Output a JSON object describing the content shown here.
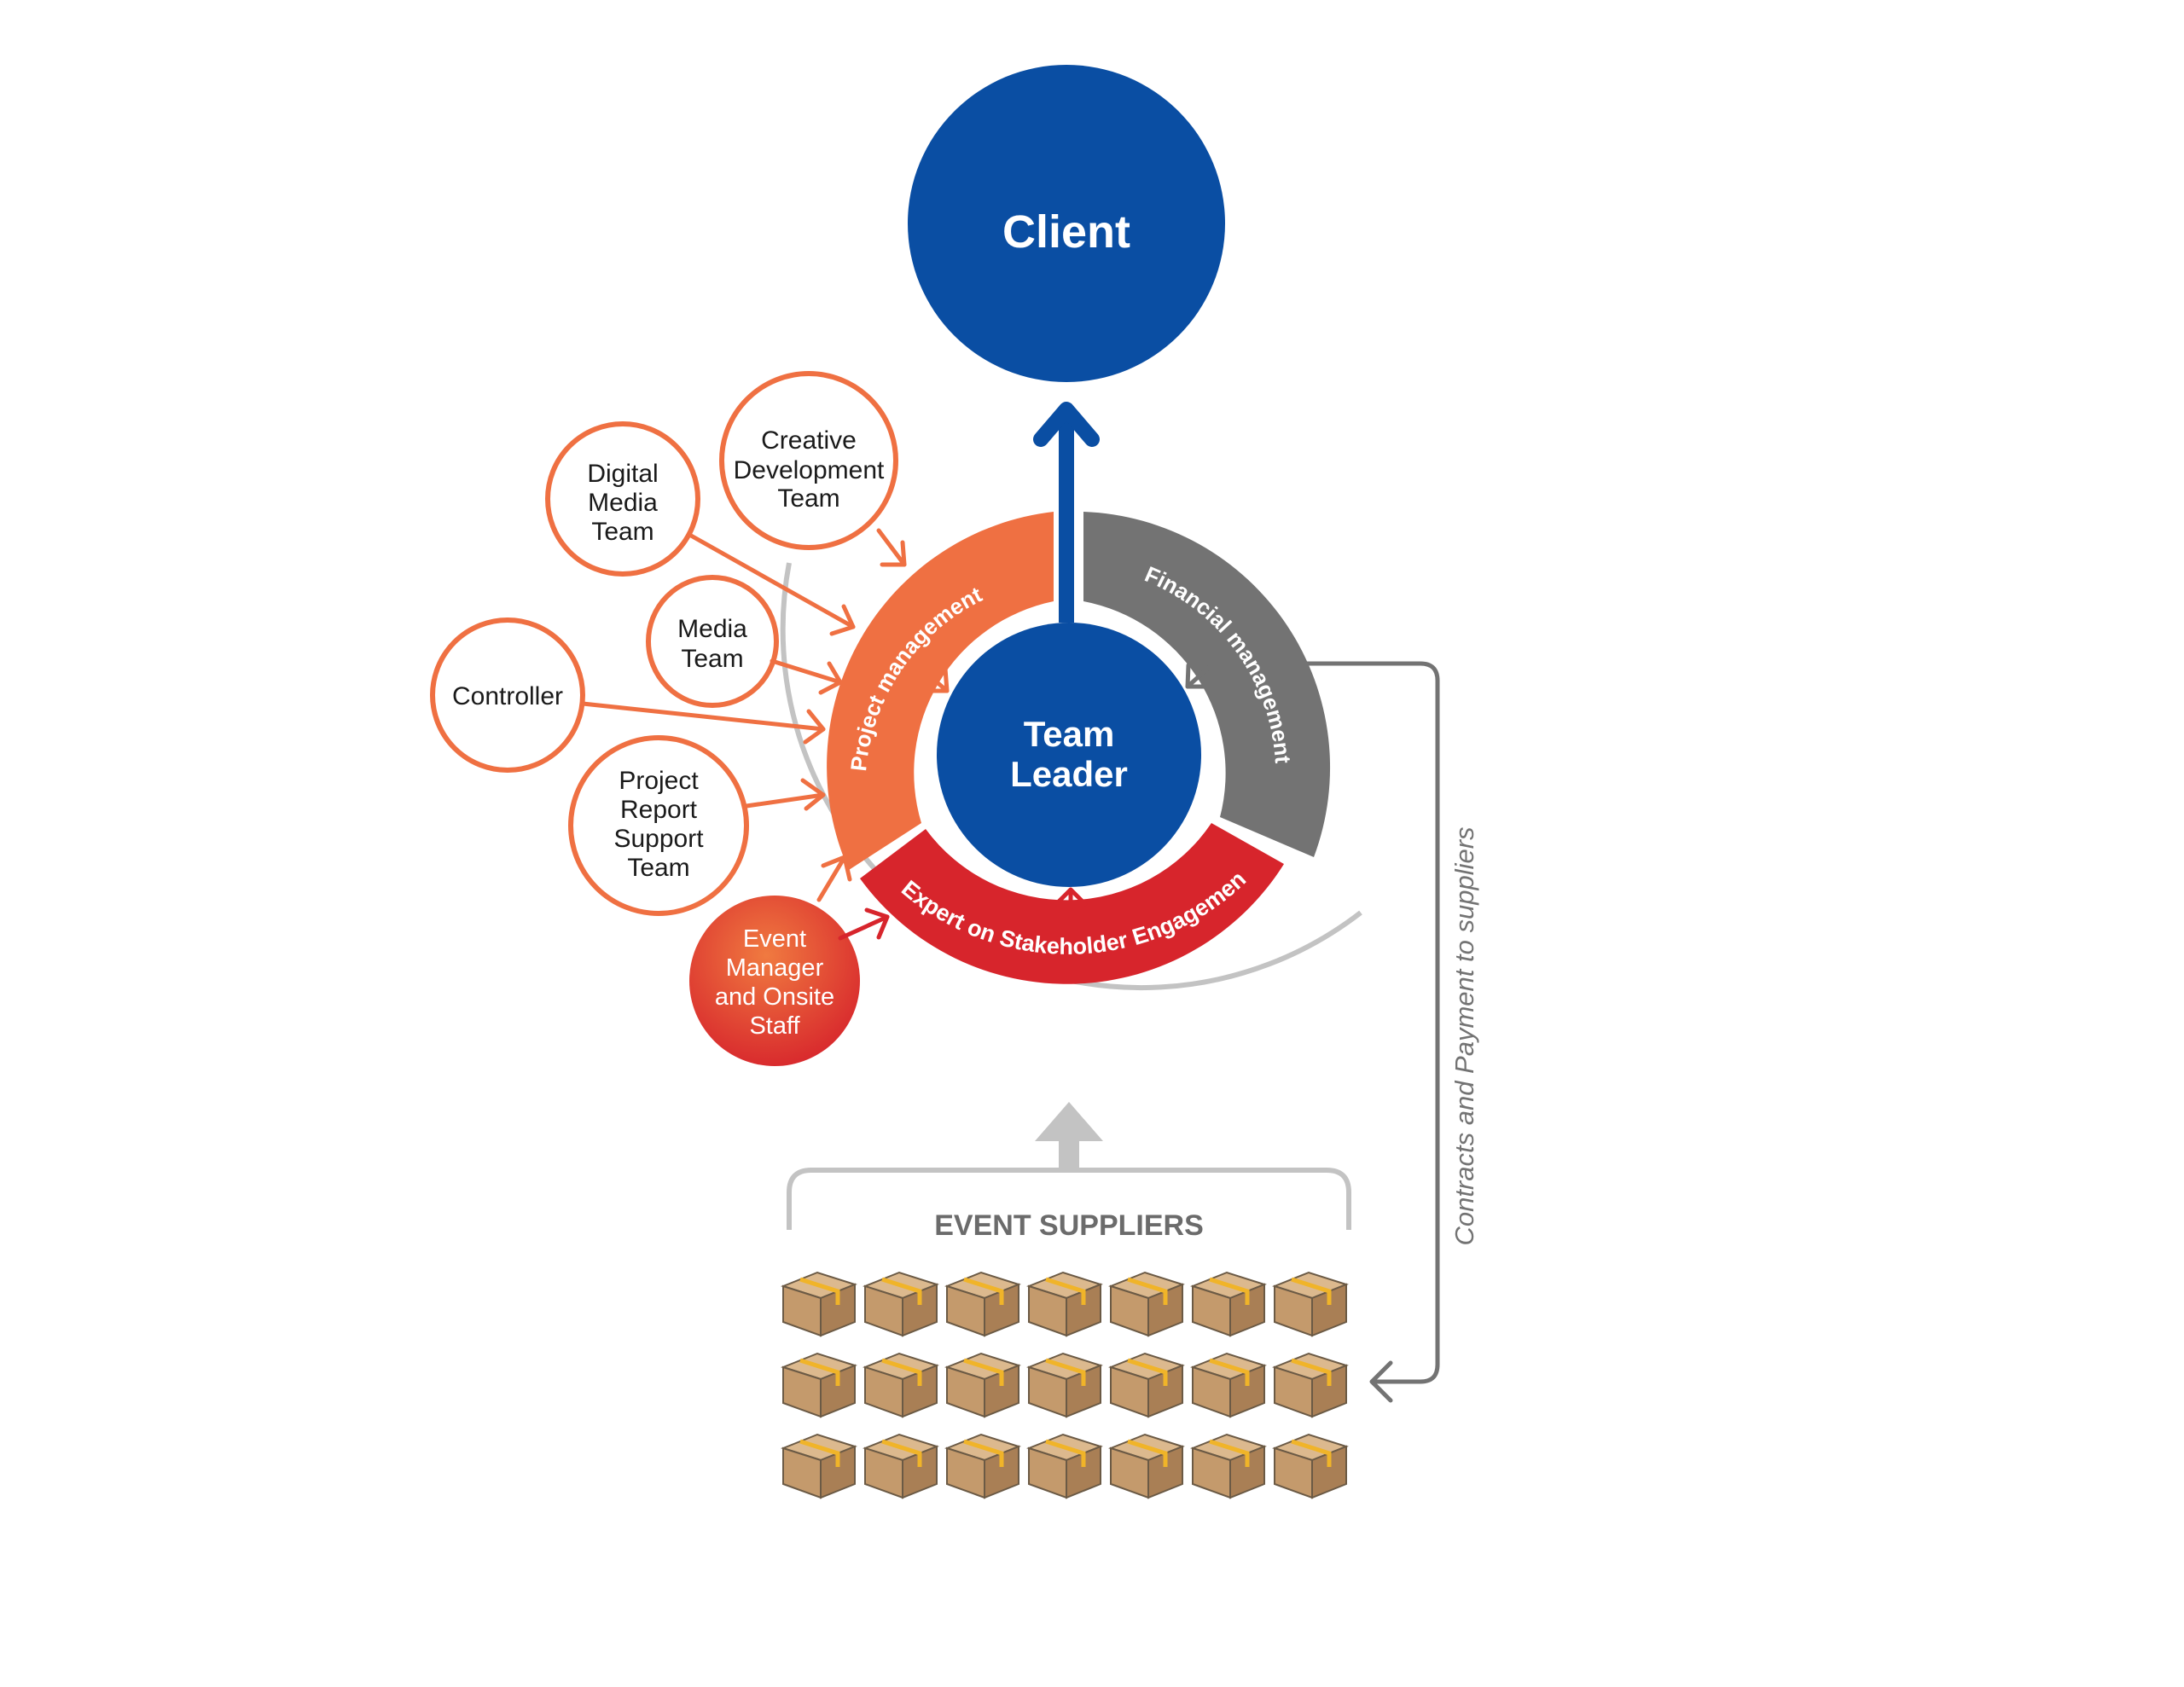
{
  "colors": {
    "blue": "#0a4ea3",
    "orange": "#ef7042",
    "red": "#d7252c",
    "gray": "#737373",
    "light_gray": "#c3c3c3",
    "box": "#c49a6c",
    "tape": "#f0b429"
  },
  "client": {
    "label": "Client"
  },
  "team_leader": {
    "line1": "Team",
    "line2": "Leader"
  },
  "ring": {
    "project_management": "Project management",
    "financial_management": "Financial management",
    "stakeholder_engagement": "Expert on Stakeholder Engagement"
  },
  "teams": {
    "creative": [
      "Creative",
      "Development",
      "Team"
    ],
    "digital": [
      "Digital",
      "Media",
      "Team"
    ],
    "media": [
      "Media",
      "Team"
    ],
    "controller": [
      "Controller"
    ],
    "project_report": [
      "Project",
      "Report",
      "Support",
      "Team"
    ],
    "event_manager": [
      "Event",
      "Manager",
      "and Onsite",
      "Staff"
    ]
  },
  "suppliers": {
    "label": "EVENT SUPPLIERS",
    "box_rows": 3,
    "box_cols": 7
  },
  "contracts_label": "Contracts and Payment to suppliers"
}
